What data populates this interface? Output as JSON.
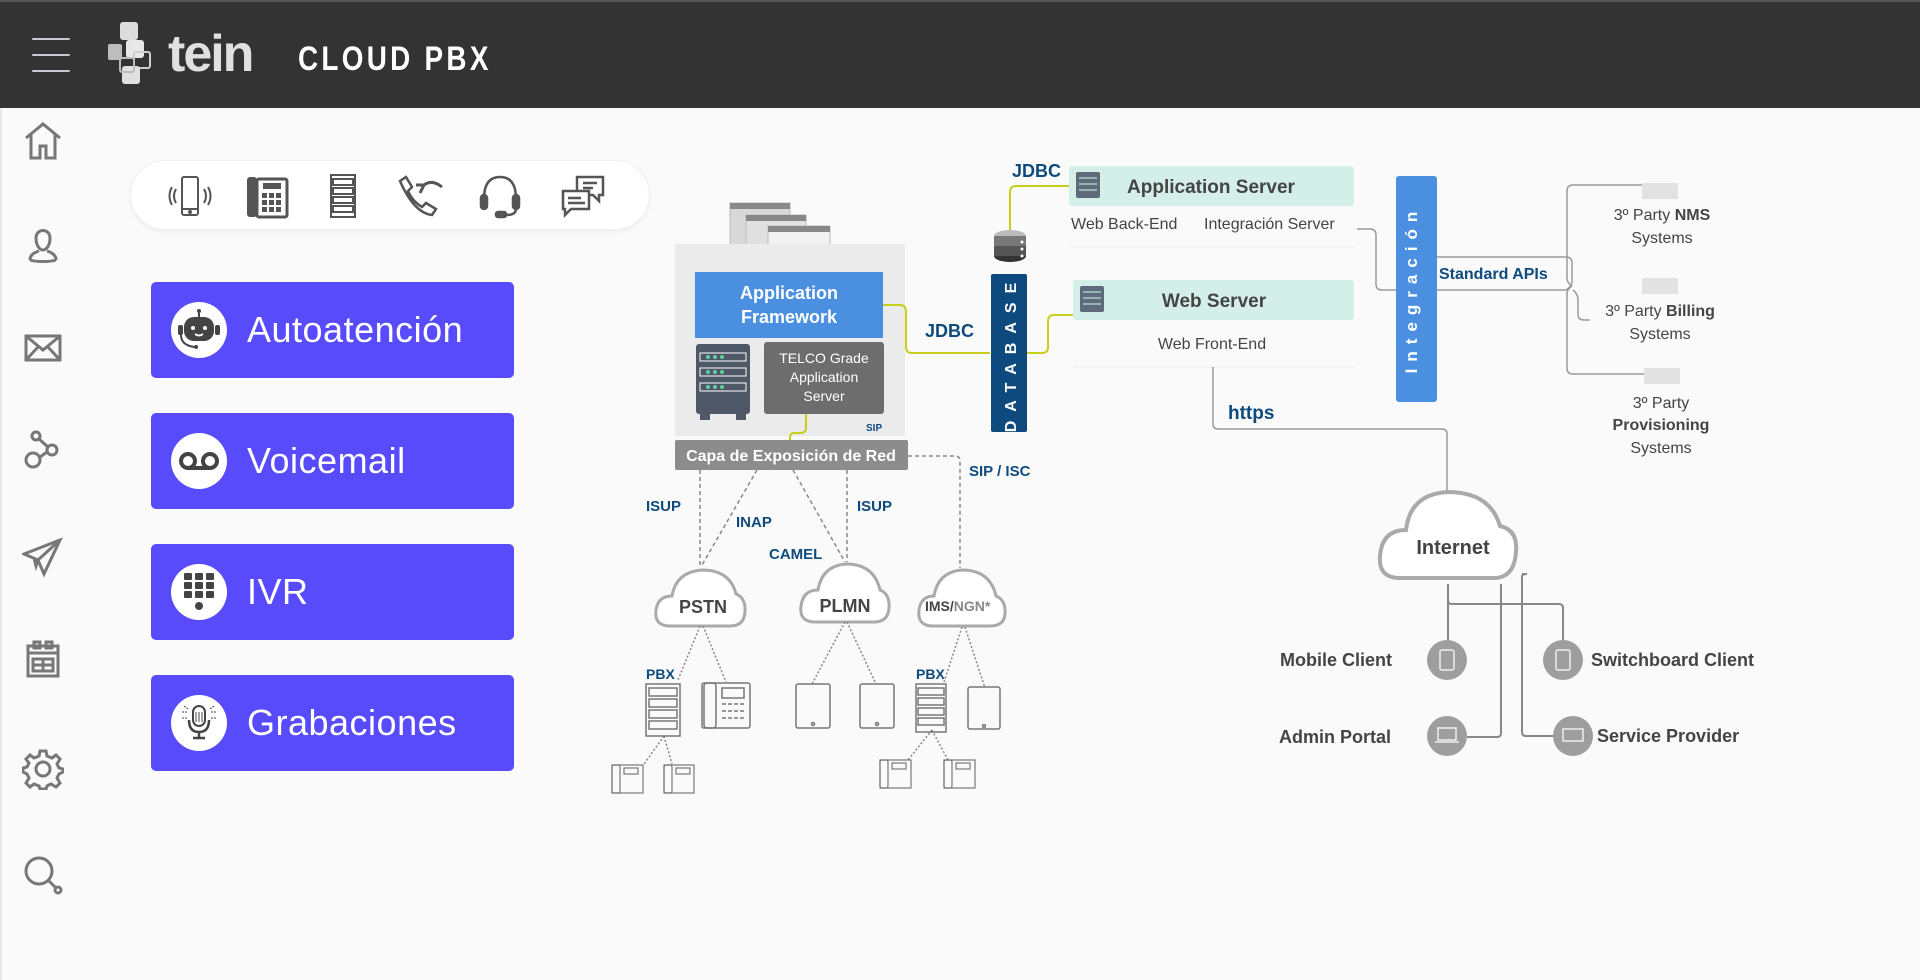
{
  "header": {
    "menu_icon": "hamburger-icon",
    "logo_text": "tein",
    "app_title": "CLOUD PBX"
  },
  "sidebar": {
    "items": [
      {
        "name": "home",
        "icon": "home-icon"
      },
      {
        "name": "user",
        "icon": "user-icon"
      },
      {
        "name": "mail",
        "icon": "mail-icon"
      },
      {
        "name": "connections",
        "icon": "share-nodes-icon"
      },
      {
        "name": "send",
        "icon": "paper-plane-icon"
      },
      {
        "name": "calendar",
        "icon": "calendar-icon"
      },
      {
        "name": "settings",
        "icon": "gear-icon"
      },
      {
        "name": "search",
        "icon": "search-icon"
      }
    ]
  },
  "quick_bar": {
    "items": [
      {
        "name": "mobile",
        "icon": "vibrating-phone-icon"
      },
      {
        "name": "desk-phone",
        "icon": "desk-phone-icon"
      },
      {
        "name": "server",
        "icon": "server-rack-icon"
      },
      {
        "name": "call-forward",
        "icon": "call-return-icon"
      },
      {
        "name": "headset",
        "icon": "headset-icon"
      },
      {
        "name": "chat",
        "icon": "chat-bubbles-icon"
      }
    ]
  },
  "features": [
    {
      "label": "Autoatención",
      "icon": "robot-agent-icon"
    },
    {
      "label": "Voicemail",
      "icon": "voicemail-icon"
    },
    {
      "label": "IVR",
      "icon": "keypad-icon"
    },
    {
      "label": "Grabaciones",
      "icon": "microphone-icon"
    }
  ],
  "colors": {
    "header_bg": "#333333",
    "feature_bg": "#574bfb",
    "framework_blue": "#4a8fe0",
    "database_blue": "#0e4a7e",
    "server_mint": "#d4efe8",
    "connector_yellow": "#c7cf1c",
    "label_blue": "#0e4a7e"
  },
  "diagram": {
    "app_framework": "Application Framework",
    "app_framework_l1": "Application",
    "app_framework_l2": "Framework",
    "telco_l1": "TELCO Grade",
    "telco_l2": "Application",
    "telco_l3": "Server",
    "sip_small": "SIP",
    "exposure_layer": "Capa de Exposición de Red",
    "jdbc_left": "JDBC",
    "jdbc_top": "JDBC",
    "database": "DATABASE",
    "app_server": "Application Server",
    "web_back_end": "Web Back-End",
    "integration_server": "Integración Server",
    "web_server": "Web Server",
    "web_front_end": "Web Front-End",
    "integration": "Integración",
    "standard_apis": "Standard APIs",
    "https": "https",
    "nms_l1a": "3º Party ",
    "nms_l1b": "NMS",
    "nms_l2": "Systems",
    "billing_l1a": "3º Party ",
    "billing_l1b": "Billing",
    "billing_l2": "Systems",
    "prov_l1": "3º Party",
    "prov_l2": "Provisioning",
    "prov_l3": "Systems",
    "isup_left": "ISUP",
    "inap": "INAP",
    "camel": "CAMEL",
    "isup_right": "ISUP",
    "sip_isc": "SIP / ISC",
    "pstn": "PSTN",
    "plmn": "PLMN",
    "ims": "IMS/",
    "ngn": "NGN*",
    "pbx_left": "PBX",
    "pbx_right": "PBX",
    "internet": "Internet",
    "mobile_client": "Mobile Client",
    "switchboard_client": "Switchboard Client",
    "admin_portal": "Admin Portal",
    "service_provider": "Service Provider"
  }
}
